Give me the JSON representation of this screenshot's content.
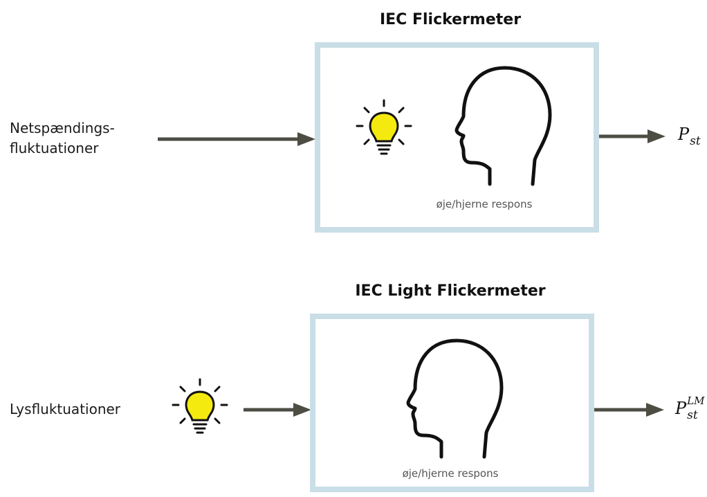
{
  "top": {
    "title": "IEC Flickermeter",
    "input_label_line1": "Netspændings-",
    "input_label_line2": "fluktuationer",
    "box_caption": "øje/hjerne respons",
    "output_main": "P",
    "output_sub": "st"
  },
  "bottom": {
    "title": "IEC Light Flickermeter",
    "input_label": "Lysfluktuationer",
    "box_caption": "øje/hjerne respons",
    "output_main": "P",
    "output_sub": "st",
    "output_sup": "LM"
  },
  "colors": {
    "box_border": "#c9dee6",
    "arrow": "#4d4d44",
    "bulb_fill": "#f4ea10",
    "outline": "#111111"
  },
  "icons": [
    "lightbulb-icon",
    "head-icon",
    "arrow-right-icon"
  ]
}
